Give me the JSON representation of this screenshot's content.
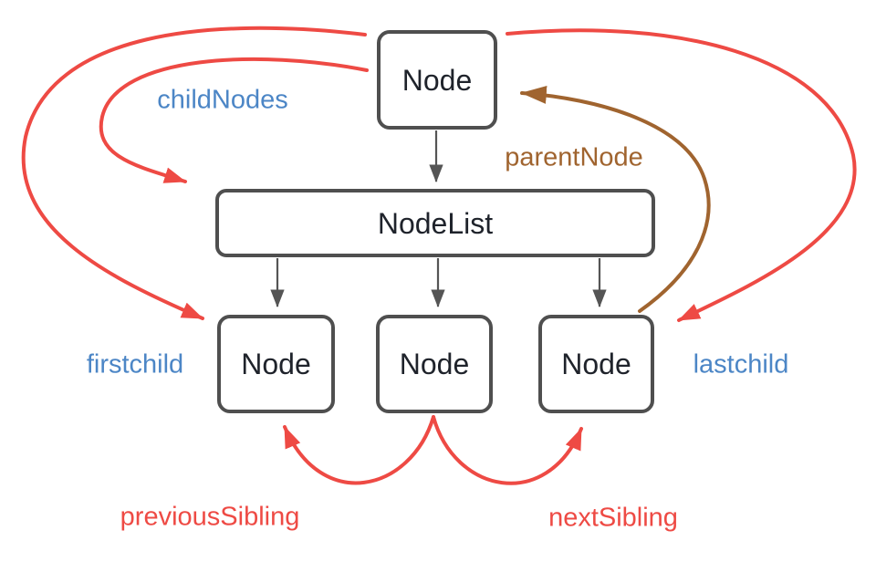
{
  "boxes": {
    "top_node": {
      "label": "Node"
    },
    "nodelist": {
      "label": "NodeList"
    },
    "first_child": {
      "label": "Node"
    },
    "middle_child": {
      "label": "Node"
    },
    "last_child": {
      "label": "Node"
    }
  },
  "relations": {
    "child_nodes": {
      "label": "childNodes"
    },
    "parent_node": {
      "label": "parentNode"
    },
    "first_child": {
      "label": "firstchild"
    },
    "last_child": {
      "label": "lastchild"
    },
    "previous_sibling": {
      "label": "previousSibling"
    },
    "next_sibling": {
      "label": "nextSibling"
    }
  },
  "colors": {
    "relation_blue": "#4c86c6",
    "relation_red": "#ee4a44",
    "relation_brown": "#a0642f",
    "box_border": "#4f4f4f",
    "box_text": "#1f232b",
    "connector_gray": "#555555",
    "background": "#ffffff"
  }
}
